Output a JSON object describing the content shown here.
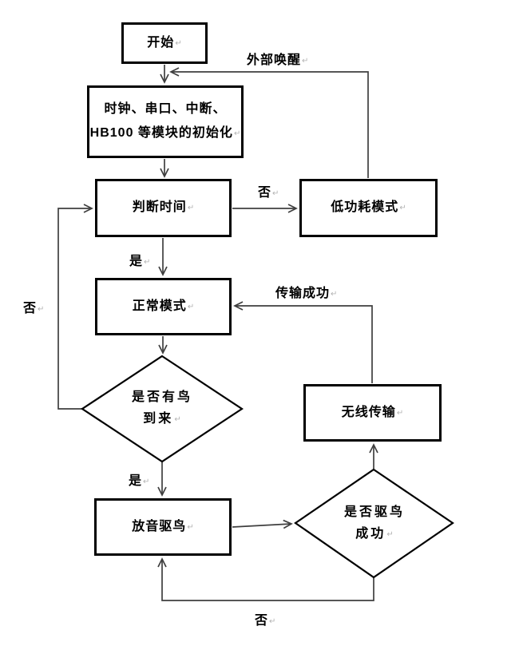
{
  "diagram": {
    "type": "flowchart",
    "language": "zh-CN",
    "nodes": {
      "start": {
        "label": "开始"
      },
      "init": {
        "line1": "时钟、串口、中断、",
        "line2": "HB100 等模块的初始化"
      },
      "judge_time": {
        "label": "判断时间"
      },
      "low_power": {
        "label": "低功耗模式"
      },
      "normal_mode": {
        "label": "正常模式"
      },
      "bird_come": {
        "line1": "是否有鸟",
        "line2": "到来"
      },
      "play_sound": {
        "label": "放音驱鸟"
      },
      "drive_success": {
        "line1": "是否驱鸟",
        "line2": "成功"
      },
      "wireless": {
        "label": "无线传输"
      }
    },
    "edge_labels": {
      "external_wake": "外部唤醒",
      "no_judge": "否",
      "yes_judge": "是",
      "transfer_success": "传输成功",
      "no_bird_loop": "否",
      "yes_bird": "是",
      "no_drive_loop": "否"
    },
    "marks": {
      "return_mark": "↵"
    },
    "colors": {
      "border": "#000000",
      "line": "#3f3f3f",
      "text": "#000000",
      "mark": "#b3b3b3",
      "background": "#ffffff"
    }
  }
}
